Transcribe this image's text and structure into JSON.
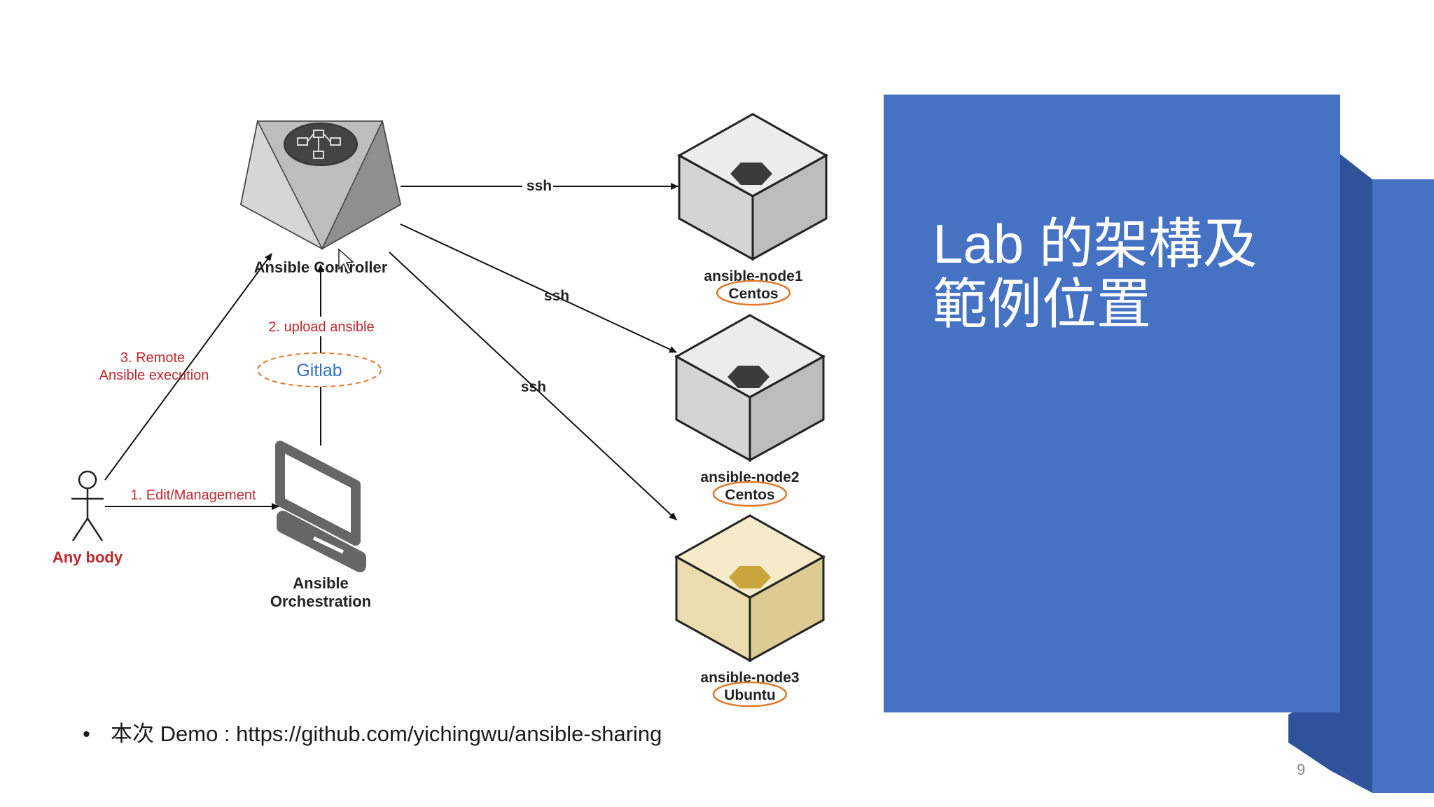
{
  "slide": {
    "title": "Lab 的架構及\n範例位置",
    "bullet": "本次 Demo : https://github.com/yichingwu/ansible-sharing",
    "bullet_marker": "•",
    "page_number": "9"
  },
  "diagram": {
    "controller_label": "Ansible Controller",
    "nodes": [
      {
        "name": "ansible-node1",
        "os": "Centos"
      },
      {
        "name": "ansible-node2",
        "os": "Centos"
      },
      {
        "name": "ansible-node3",
        "os": "Ubuntu"
      }
    ],
    "ssh_labels": [
      "ssh",
      "ssh",
      "ssh"
    ],
    "actor_label": "Any body",
    "step1": "1. Edit/Management",
    "step2": "2. upload ansible",
    "step3_line1": "3. Remote",
    "step3_line2": "Ansible execution",
    "gitlab_label": "Gitlab",
    "workstation_line1": "Ansible",
    "workstation_line2": "Orchestration"
  },
  "colors": {
    "panel_blue": "#4672c4",
    "panel_dark_blue": "#2f539b",
    "step_red": "#c0272d",
    "gitlab_blue": "#2f6fc0",
    "os_circle_orange": "#e07a2e",
    "ubuntu_cube": "#f1e4bb"
  }
}
